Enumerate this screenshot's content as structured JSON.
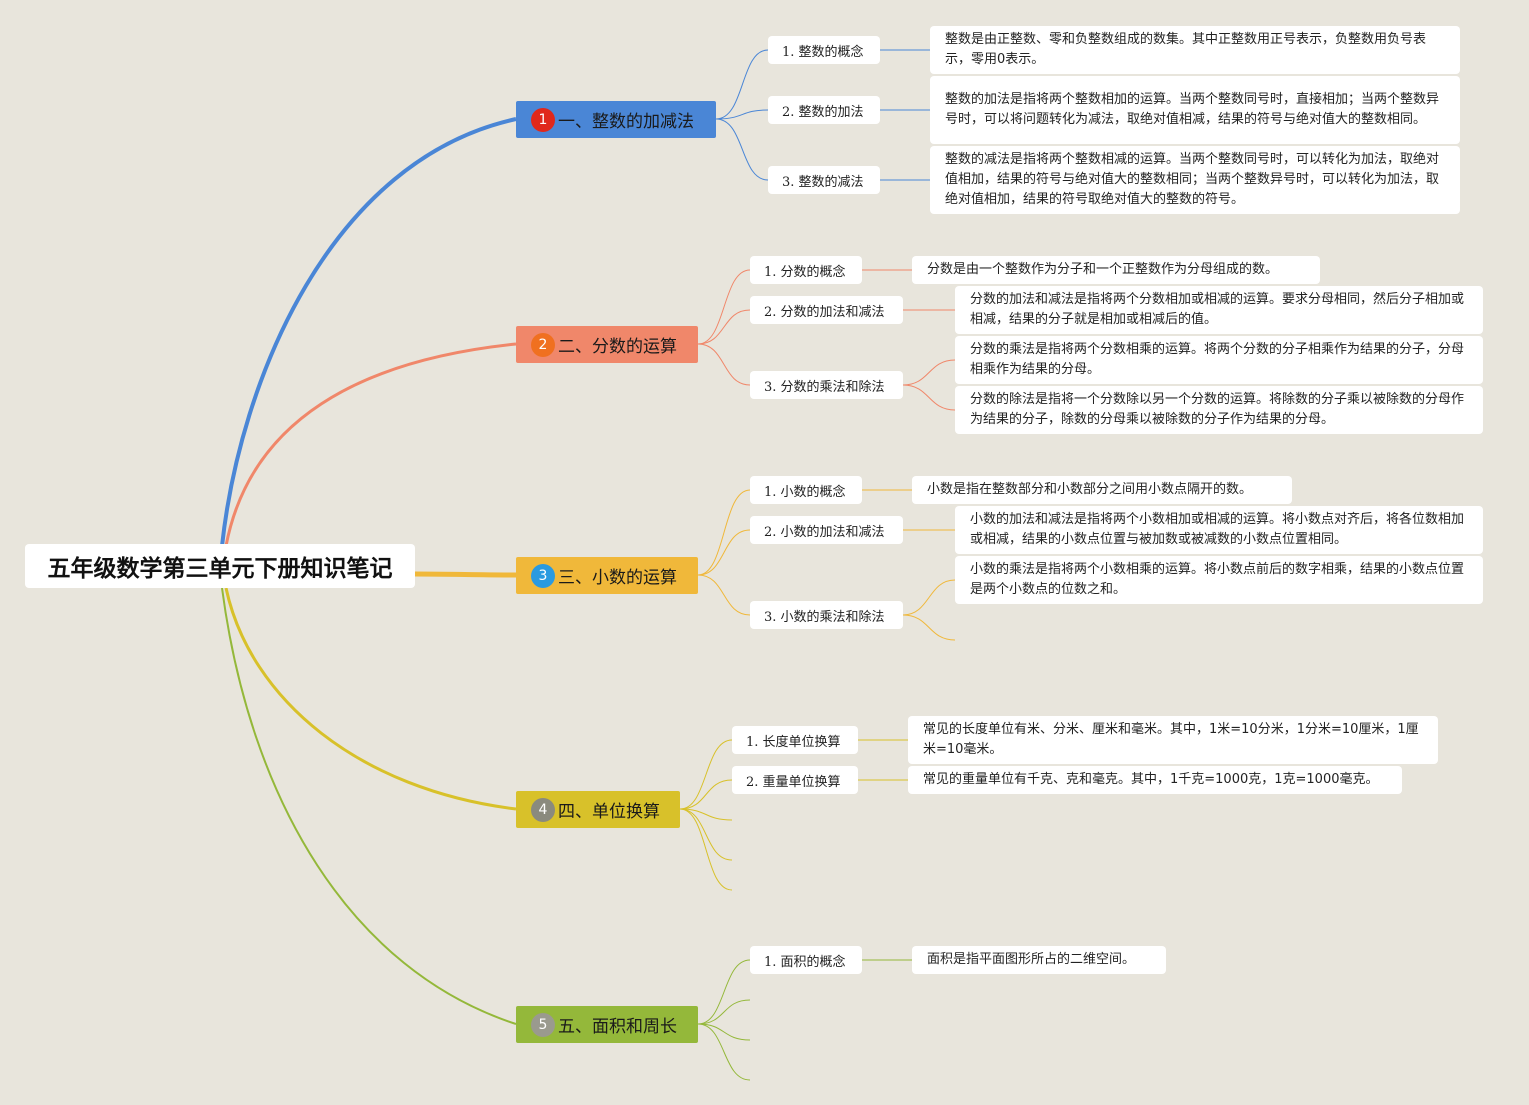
{
  "title": "五年级数学第三单元下册知识笔记",
  "colors": {
    "background": "#e8e5dc",
    "branch1": "#4a86d6",
    "branch2": "#f0876a",
    "branch3": "#f0b83a",
    "branch4": "#d8c12a",
    "branch5": "#94b83a"
  },
  "branches": [
    {
      "label": "一、整数的加减法",
      "badge": "1",
      "children": [
        {
          "label": "1. 整数的概念",
          "notes": [
            "整数是由正整数、零和负整数组成的数集。其中正整数用正号表示，负整数用负号表示，零用0表示。"
          ]
        },
        {
          "label": "2. 整数的加法",
          "notes": [
            "整数的加法是指将两个整数相加的运算。当两个整数同号时，直接相加；当两个整数异号时，可以将问题转化为减法，取绝对值相减，结果的符号与绝对值大的整数相同。"
          ]
        },
        {
          "label": "3. 整数的减法",
          "notes": [
            "整数的减法是指将两个整数相减的运算。当两个整数同号时，可以转化为加法，取绝对值相加，结果的符号与绝对值大的整数相同；当两个整数异号时，可以转化为加法，取绝对值相加，结果的符号取绝对值大的整数的符号。"
          ]
        }
      ]
    },
    {
      "label": "二、分数的运算",
      "badge": "2",
      "children": [
        {
          "label": "1. 分数的概念",
          "notes": [
            "分数是由一个整数作为分子和一个正整数作为分母组成的数。"
          ]
        },
        {
          "label": "2. 分数的加法和减法",
          "notes": [
            "分数的加法和减法是指将两个分数相加或相减的运算。要求分母相同，然后分子相加或相减，结果的分子就是相加或相减后的值。"
          ]
        },
        {
          "label": "3. 分数的乘法和除法",
          "notes": [
            "分数的乘法是指将两个分数相乘的运算。将两个分数的分子相乘作为结果的分子，分母相乘作为结果的分母。",
            "分数的除法是指将一个分数除以另一个分数的运算。将除数的分子乘以被除数的分母作为结果的分子，除数的分母乘以被除数的分子作为结果的分母。"
          ]
        }
      ]
    },
    {
      "label": "三、小数的运算",
      "badge": "3",
      "children": [
        {
          "label": "1. 小数的概念",
          "notes": [
            "小数是指在整数部分和小数部分之间用小数点隔开的数。"
          ]
        },
        {
          "label": "2. 小数的加法和减法",
          "notes": [
            "小数的加法和减法是指将两个小数相加或相减的运算。将小数点对齐后，将各位数相加或相减，结果的小数点位置与被加数或被减数的小数点位置相同。"
          ]
        },
        {
          "label": "3. 小数的乘法和除法",
          "notes": [
            "小数的乘法是指将两个小数相乘的运算。将小数点前后的数字相乘，结果的小数点位置是两个小数点的位数之和。"
          ]
        }
      ]
    },
    {
      "label": "四、单位换算",
      "badge": "4",
      "children": [
        {
          "label": "1. 长度单位换算",
          "notes": [
            "常见的长度单位有米、分米、厘米和毫米。其中，1米=10分米，1分米=10厘米，1厘米=10毫米。"
          ]
        },
        {
          "label": "2. 重量单位换算",
          "notes": [
            "常见的重量单位有千克、克和毫克。其中，1千克=1000克，1克=1000毫克。"
          ]
        }
      ]
    },
    {
      "label": "五、面积和周长",
      "badge": "5",
      "children": [
        {
          "label": "1. 面积的概念",
          "notes": [
            "面积是指平面图形所占的二维空间。"
          ]
        }
      ]
    }
  ]
}
